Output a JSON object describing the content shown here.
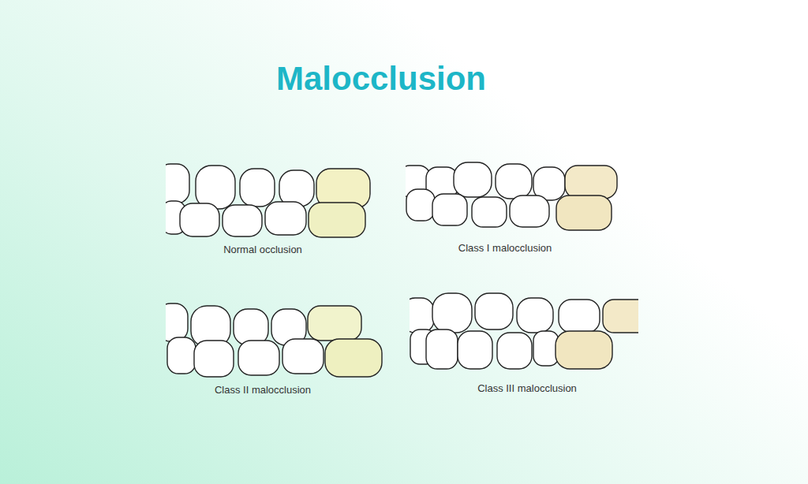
{
  "diagram": {
    "title": "Malocclusion",
    "labels": [
      "Normal occlusion",
      "Class I malocclusion",
      "Class II malocclusion",
      "Class III malocclusion"
    ]
  }
}
